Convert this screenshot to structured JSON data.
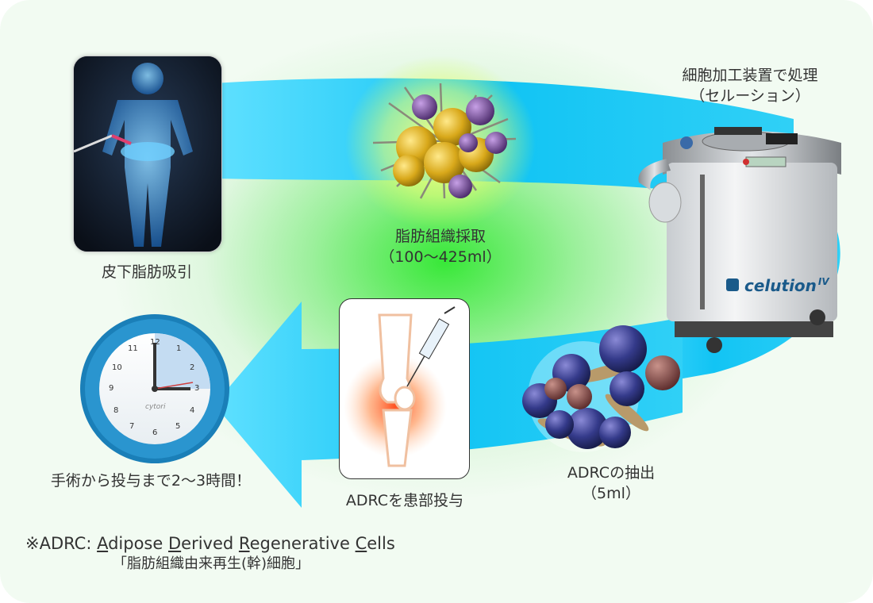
{
  "steps": {
    "liposuction": "皮下脂肪吸引",
    "harvest_title": "脂肪組織採取",
    "harvest_amount": "（100〜425ml）",
    "processing_title": "細胞加工装置で処理",
    "processing_subtitle": "（セルーション）",
    "extraction_title": "ADRCの抽出",
    "extraction_amount": "（5ml）",
    "administration": "ADRCを患部投与",
    "duration": "手術から投与まで2〜3時間！"
  },
  "device": {
    "brand": "celution",
    "model": "IV"
  },
  "clock": {
    "numbers": [
      "12",
      "1",
      "2",
      "3",
      "4",
      "5",
      "6",
      "7",
      "8",
      "9",
      "10",
      "11"
    ],
    "logo": "cytori"
  },
  "footnote": {
    "prefix": "※ADRC: ",
    "word1_initial": "A",
    "word1_rest": "dipose ",
    "word2_initial": "D",
    "word2_rest": "erived ",
    "word3_initial": "R",
    "word3_rest": "egenerative ",
    "word4_initial": "C",
    "word4_rest": "ells",
    "translation": "「脂肪組織由来再生(幹)細胞」"
  },
  "colors": {
    "arrow": "#1ec8f0",
    "glow": "#38e838",
    "clock_ring": "#1a7fb8"
  }
}
